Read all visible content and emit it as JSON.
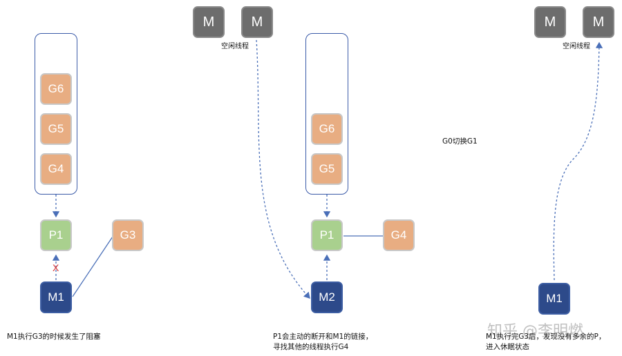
{
  "panel1": {
    "queue": [
      "G6",
      "G5",
      "G4"
    ],
    "p": "P1",
    "m": "M1",
    "running": "G3",
    "blocked_mark": "X",
    "caption": "M1执行G3的时候发生了阻塞"
  },
  "panel2": {
    "idle_m": [
      "M",
      "M"
    ],
    "idle_label": "空闲线程",
    "queue": [
      "G6",
      "G5"
    ],
    "p": "P1",
    "m": "M2",
    "running": "G4",
    "caption_line1": "P1会主动的断开和M1的链接，",
    "caption_line2": "寻找其他的线程执行G4"
  },
  "panel3": {
    "idle_m": [
      "M",
      "M"
    ],
    "idle_label": "空闲线程",
    "switch_label": "G0切换G1",
    "m": "M1",
    "caption_line1": "M1执行完G3后，发现没有多余的P，",
    "caption_line2": "进入休眠状态"
  },
  "watermark": "知乎 @李明燃",
  "colors": {
    "m_idle": "#6d6d6d",
    "m_active": "#2d4a8a",
    "goroutine": "#e8ad82",
    "processor": "#a9d08e",
    "link": "#4a6fb8",
    "block_mark": "#d93030"
  }
}
